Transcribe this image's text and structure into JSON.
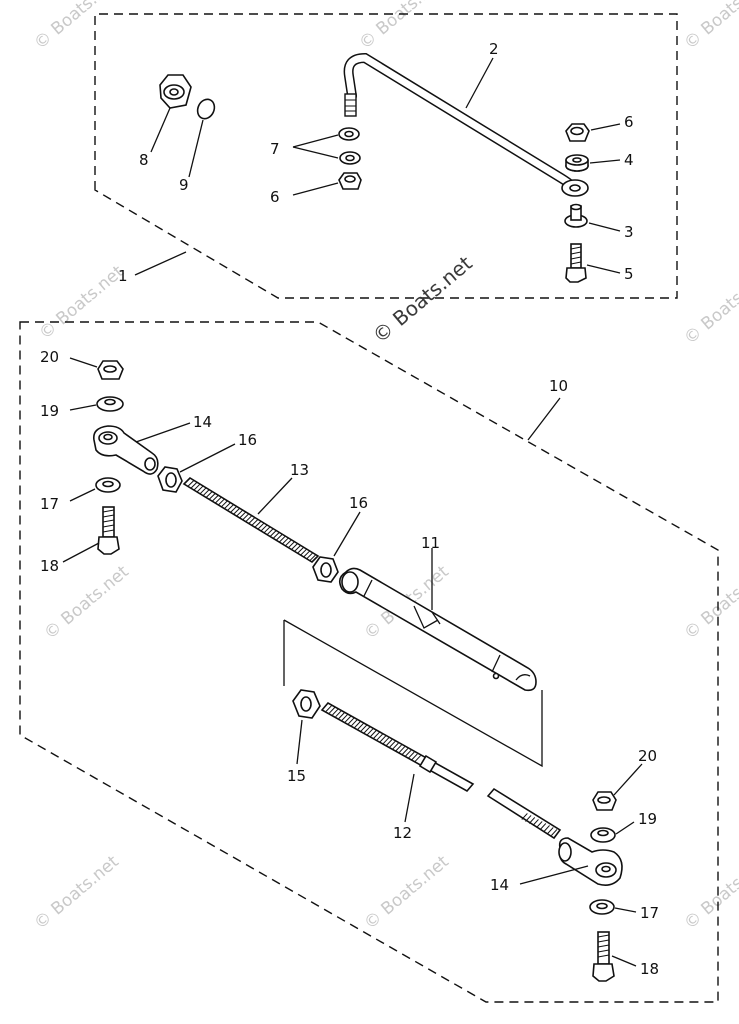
{
  "callouts": {
    "c1": "1",
    "c2": "2",
    "c3": "3",
    "c4": "4",
    "c5": "5",
    "c6a": "6",
    "c6b": "6",
    "c7": "7",
    "c8": "8",
    "c9": "9",
    "c10": "10",
    "c11": "11",
    "c12": "12",
    "c13": "13",
    "c14a": "14",
    "c14b": "14",
    "c15": "15",
    "c16a": "16",
    "c16b": "16",
    "c17a": "17",
    "c17b": "17",
    "c18a": "18",
    "c18b": "18",
    "c19a": "19",
    "c19b": "19",
    "c20a": "20",
    "c20b": "20"
  },
  "watermark": {
    "main": "© Boats.net",
    "tile": "© Boats.net"
  },
  "colors": {
    "ink": "#111111",
    "watermark": "#c9c9c9",
    "background": "#ffffff"
  }
}
